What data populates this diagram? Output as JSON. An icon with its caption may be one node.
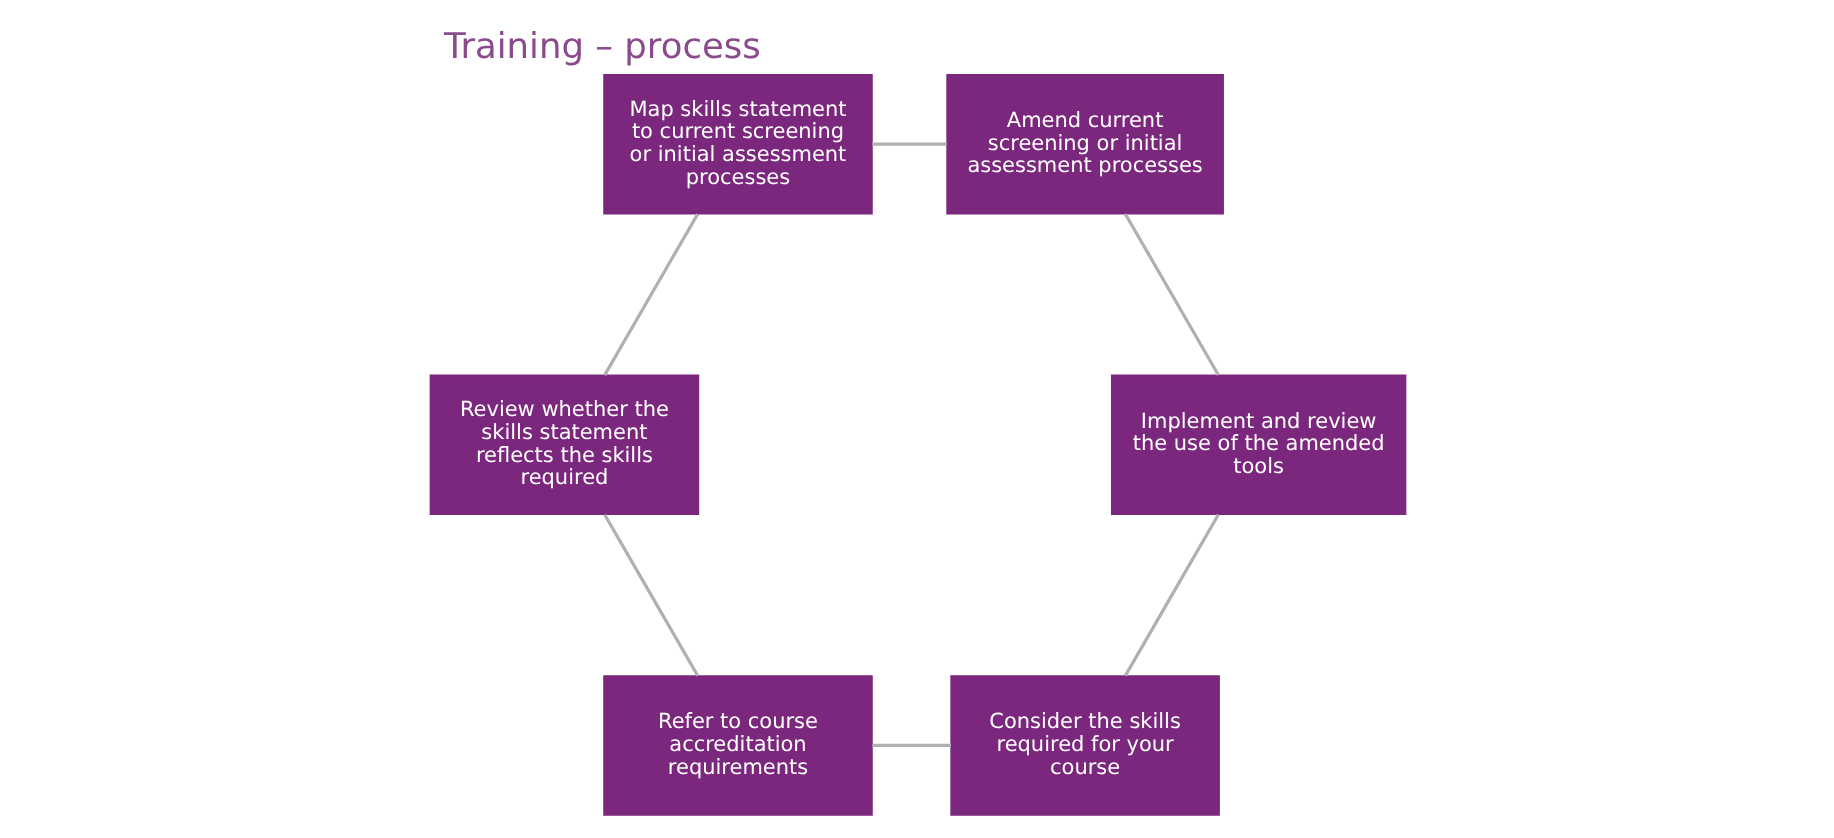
{
  "diagram": {
    "title": "Training – process",
    "nodes": [
      {
        "text": [
          "Consider the skills required for your course"
        ]
      },
      {
        "text": [
          "Implement and review the use of the amended tools"
        ]
      },
      {
        "text": [
          "Refer to course accreditation requirements"
        ]
      },
      {
        "text": [
          "Amend current screening or initial assessment processes"
        ]
      },
      {
        "text": [
          "Review whether the skills statement reflects the skills required"
        ]
      },
      {
        "text": [
          "Map skills statement to current screening or initial assessment processes"
        ]
      }
    ],
    "edges": [
      {
        "from": 0,
        "to": 2,
        "arrow": "none"
      },
      {
        "from": 2,
        "to": 4,
        "arrow": "none"
      },
      {
        "from": 4,
        "to": 5,
        "arrow": "none"
      },
      {
        "from": 5,
        "to": 3,
        "arrow": "none"
      },
      {
        "from": 3,
        "to": 1,
        "arrow": "none"
      },
      {
        "from": 1,
        "to": 0,
        "arrow": "none"
      }
    ]
  }
}
